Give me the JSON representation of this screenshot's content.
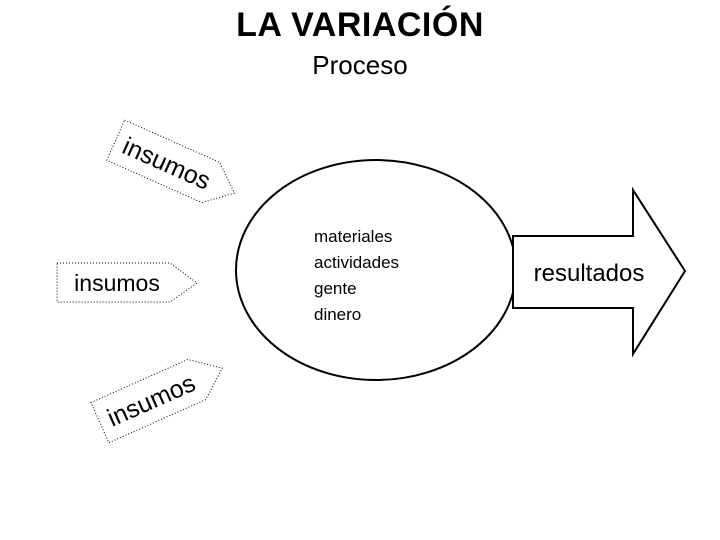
{
  "title": "LA VARIACIÓN",
  "subtitle": "Proceso",
  "inputs": {
    "top": "insumos",
    "middle": "insumos",
    "bottom": "insumos"
  },
  "process": {
    "items": [
      "materiales",
      "actividades",
      "gente",
      "dinero"
    ]
  },
  "output": {
    "label": "resultados"
  }
}
